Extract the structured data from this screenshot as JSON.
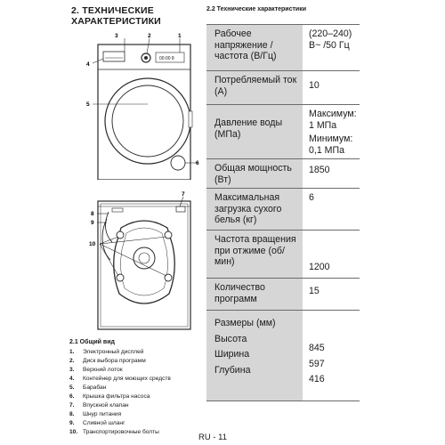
{
  "section": {
    "title_line1": "2. ТЕХНИЧЕСКИЕ",
    "title_line2": "ХАРАКТЕРИСТИКИ"
  },
  "figure_front": {
    "callouts": [
      "1",
      "2",
      "3",
      "4",
      "5",
      "6"
    ],
    "display_text": "00:00 8"
  },
  "figure_back": {
    "callouts": [
      "7",
      "8",
      "9",
      "10"
    ]
  },
  "overview": {
    "title": "2.1 Общий вид",
    "items": [
      {
        "num": "1.",
        "label": "Электронный дисплей"
      },
      {
        "num": "2.",
        "label": "Диск выбора программ"
      },
      {
        "num": "3.",
        "label": "Верхний лоток"
      },
      {
        "num": "4.",
        "label": "Контейнер для моющих средств"
      },
      {
        "num": "5.",
        "label": "Барабан"
      },
      {
        "num": "6.",
        "label": "Крышка фильтра насоса"
      },
      {
        "num": "7.",
        "label": "Впускной клапан"
      },
      {
        "num": "8.",
        "label": "Шнур питания"
      },
      {
        "num": "9.",
        "label": "Сливной шланг"
      },
      {
        "num": "10.",
        "label": "Транспортировочные болты"
      }
    ]
  },
  "specs": {
    "heading": "2.2 Технические характеристики",
    "rows": [
      {
        "label": "Рабочее напряжение / частота (В/Гц)",
        "values": [
          "(220–240) В~ /50 Гц"
        ]
      },
      {
        "label": "Потребляемый ток (A)",
        "values": [
          "10"
        ]
      },
      {
        "label": "Давление воды (МПа)",
        "values": [
          "Максимум: 1 МПа",
          "Минимум: 0,1 МПа"
        ]
      },
      {
        "label": "Общая мощность (Вт)",
        "values": [
          "1850"
        ]
      },
      {
        "label": "Максимальная загрузка сухого белья (кг)",
        "values": [
          "6"
        ]
      },
      {
        "label": "Частота вращения при отжиме (об/мин)",
        "values": [
          "1200"
        ]
      },
      {
        "label": "Количество программ",
        "values": [
          "15"
        ]
      },
      {
        "label": "Размеры (мм)",
        "sublabels": [
          "Высота",
          "Ширина",
          "Глубина"
        ],
        "values": [
          "845",
          "597",
          "416"
        ]
      }
    ]
  },
  "page_number": "RU - 11"
}
